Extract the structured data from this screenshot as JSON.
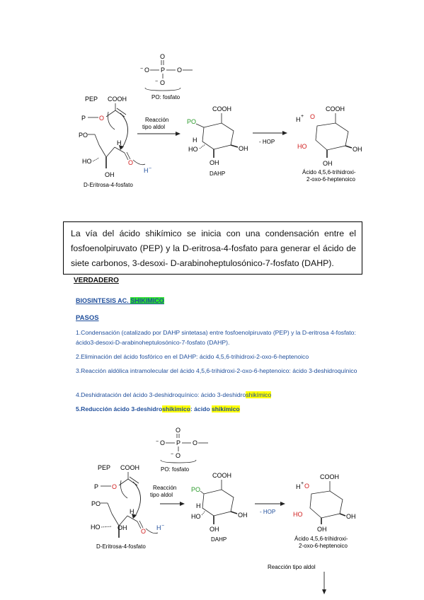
{
  "diagram_top": {
    "phosphate": {
      "left": "O",
      "p": "P",
      "right": "O",
      "top_o": "O",
      "bottom_o": "O",
      "caption": "PO: fosfato"
    },
    "reactant": {
      "pep": "PEP",
      "cooh": "COOH",
      "p": "P",
      "o": "O",
      "po": "PO",
      "h": "H",
      "ho": "HO",
      "o2": "O",
      "oh": "OH",
      "h_minus": "H",
      "name": "D-Eritrosa-4-fosfato"
    },
    "arrow1_label": [
      "Reacción",
      "tipo aldol"
    ],
    "dahp": {
      "cooh": "COOH",
      "po": "PO",
      "h": "H",
      "ho": "HO",
      "oh1": "OH",
      "oh2": "OH",
      "name": "DAHP"
    },
    "arrow2_label": "- HOP",
    "product": {
      "h_plus": "H",
      "cooh": "COOH",
      "o": "O",
      "ho": "HO",
      "oh1": "OH",
      "oh2": "OH",
      "name1": "Ácido 4,5,6-trihidroxi-",
      "name2": "2-oxo-6-heptenoico"
    }
  },
  "text_box": "La vía del ácido shikímico se inicia con una condensación entre el fosfoenolpiruvato (PEP) y la D-eritrosa-4-fosfato para generar el ácido de siete carbonos, 3-desoxi- D-arabinoheptulosónico-7-fosfato (DAHP).",
  "verdadero": "VERDADERO",
  "heading": {
    "part1": "BIOSINTESIS AC. ",
    "part2": "SHIKIMICO"
  },
  "pasos": "PASOS",
  "steps": {
    "s1": "1.Condensación (catalizado por DAHP sintetasa) entre fosfoenolpiruvato (PEP) y la D-eritrosa 4-fosfato: ácido3-desoxi-D-arabinoheptulosónico-7-fosfato (DAHP).",
    "s2": "2.Eliminación del ácido fosfórico en el DAHP: ácido 4,5,6-trihidroxi-2-oxo-6-heptenoico",
    "s3": "3.Reacción aldólica intramolecular del ácido 4,5,6-trihidroxi-2-oxo-6-heptenoico: ácido 3-deshidroquínico",
    "s4a": "4.Deshidratación del ácido 3-deshidroquínico: ácido 3-deshidro",
    "s4b": "shikímico",
    "s5a": "5.Reducción ácido 3-deshidro",
    "s5b": "shikimico",
    "s5c": ": ácido ",
    "s5d": "shikímico"
  },
  "diagram_bottom": {
    "phosphate": {
      "left": "O",
      "p": "P",
      "right": "O",
      "top_o": "O",
      "bottom_o": "O",
      "caption": "PO: fosfato"
    },
    "reactant": {
      "pep": "PEP",
      "cooh": "COOH",
      "p": "P",
      "o": "O",
      "po": "PO",
      "h": "H",
      "ho": "HO",
      "o2": "O",
      "oh": "OH",
      "h_minus": "H",
      "name": "D-Eritrosa-4-fosfato"
    },
    "arrow1_label": [
      "Reacción",
      "tipo aldol"
    ],
    "dahp": {
      "cooh": "COOH",
      "po": "PO",
      "h": "H",
      "ho": "HO",
      "oh1": "OH",
      "oh2": "OH",
      "name": "DAHP"
    },
    "arrow2_label": "- HOP",
    "product": {
      "h_plus": "H",
      "cooh": "COOH",
      "o": "O",
      "ho": "HO",
      "oh1": "OH",
      "oh2": "OH",
      "name1": "Ácido 4,5,6-trihidroxi-",
      "name2": "2-oxo-6-heptenoico"
    },
    "arrow_down_label": "Reacción tipo aldol"
  },
  "colors": {
    "text_blue": "#1f4e9b",
    "highlight_yellow": "#ffff00",
    "highlight_green": "#2fe22f",
    "po_green": "#2a9a2a",
    "o_red": "#d01c1c"
  }
}
